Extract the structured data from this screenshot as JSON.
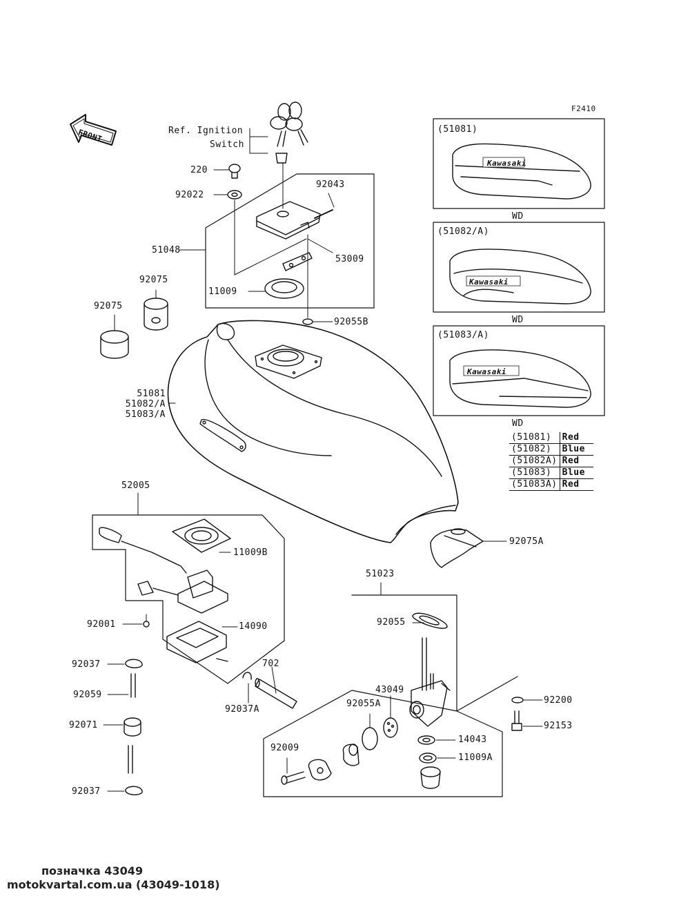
{
  "diagram_id": "F2410",
  "front_label": "FRONT",
  "ref_ignition": {
    "line1": "Ref. Ignition",
    "line2": "Switch"
  },
  "parts": {
    "p220": "220",
    "p92022": "92022",
    "p92043": "92043",
    "p51048": "51048",
    "p53009": "53009",
    "p11009": "11009",
    "p92055B": "92055B",
    "p92075_a": "92075",
    "p92075_b": "92075",
    "p51081": "51081",
    "p51082A": "51082/A",
    "p51083A": "51083/A",
    "p52005": "52005",
    "p11009B": "11009B",
    "p92001": "92001",
    "p14090": "14090",
    "p92037_top": "92037",
    "p92059": "92059",
    "p92071": "92071",
    "p92037_bot": "92037",
    "p702": "702",
    "p92037A": "92037A",
    "p92075A": "92075A",
    "p51023": "51023",
    "p92055": "92055",
    "p43049": "43049",
    "p92055A": "92055A",
    "p92009": "92009",
    "p14043": "14043",
    "p11009A": "11009A",
    "p92200": "92200",
    "p92153": "92153"
  },
  "decal_panels": [
    {
      "label": "(51081)",
      "brand": "Kawasaki",
      "note": "WD"
    },
    {
      "label": "(51082/A)",
      "brand": "Kawasaki",
      "note": "WD"
    },
    {
      "label": "(51083/A)",
      "brand": "Kawasaki",
      "note": "WD"
    }
  ],
  "color_table": [
    {
      "code": "(51081)",
      "color": "Red"
    },
    {
      "code": "(51082)",
      "color": "Blue"
    },
    {
      "code": "(51082A)",
      "color": "Red"
    },
    {
      "code": "(51083)",
      "color": "Blue"
    },
    {
      "code": "(51083A)",
      "color": "Red"
    }
  ],
  "footer": {
    "line1": "позначка 43049",
    "line2": "motokvartal.com.ua (43049-1018)"
  }
}
